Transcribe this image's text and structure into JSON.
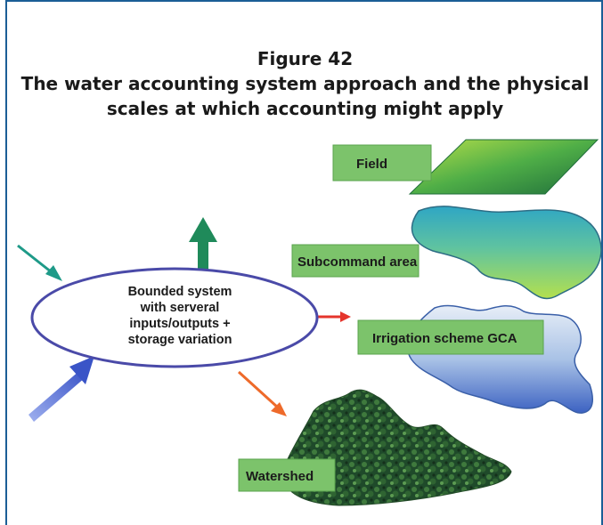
{
  "figure": {
    "number": "Figure 42",
    "title_line1": "The water accounting system approach and the physical",
    "title_line2": "scales at which accounting might apply"
  },
  "system": {
    "label_lines": [
      "Bounded system",
      "with serveral",
      "inputs/outputs +",
      "storage variation"
    ]
  },
  "scales": {
    "field": "Field",
    "subcommand": "Subcommand area",
    "irrigation": "Irrigation scheme GCA",
    "watershed": "Watershed"
  },
  "colors": {
    "frame": "#1b5e96",
    "ellipse_stroke": "#4a4aa8",
    "label_box": "#7cc36b",
    "arrow_teal": "#1e9a88",
    "arrow_green": "#1f8a5a",
    "arrow_blue": "#5a6fd6",
    "arrow_red": "#e5352c",
    "arrow_orange": "#ee6a2a"
  }
}
